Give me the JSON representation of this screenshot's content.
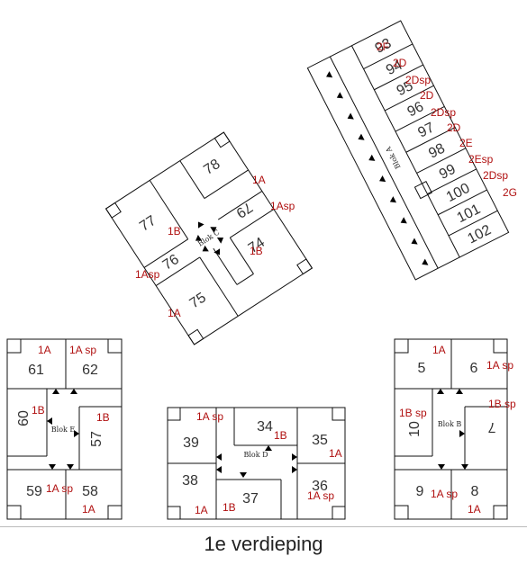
{
  "caption": "1e verdieping",
  "colors": {
    "wall": "#111111",
    "unit_code": "#b01010",
    "unit_number": "#333333"
  },
  "blocks": {
    "A": {
      "label": "Blok A",
      "units": [
        {
          "n": "93",
          "code": "2F"
        },
        {
          "n": "94",
          "code": "2D"
        },
        {
          "n": "95",
          "code": "2Dsp"
        },
        {
          "n": "96",
          "code": "2D"
        },
        {
          "n": "97",
          "code": "2Dsp"
        },
        {
          "n": "98",
          "code": "2D"
        },
        {
          "n": "99",
          "code": "2E"
        },
        {
          "n": "100",
          "code": "2Esp"
        },
        {
          "n": "101",
          "code": "2Dsp"
        },
        {
          "n": "102",
          "code": "2G"
        }
      ]
    },
    "C": {
      "label": "Blok C",
      "units": [
        {
          "n": "78",
          "code": "1A"
        },
        {
          "n": "79",
          "code": "1Asp"
        },
        {
          "n": "77",
          "code": "1B"
        },
        {
          "n": "74",
          "code": "1B"
        },
        {
          "n": "76",
          "code": "1Asp"
        },
        {
          "n": "75",
          "code": "1A"
        }
      ]
    },
    "E": {
      "label": "Blok E",
      "units": [
        {
          "n": "61",
          "code": "1A"
        },
        {
          "n": "62",
          "code": "1A sp"
        },
        {
          "n": "60",
          "code": "1B"
        },
        {
          "n": "57",
          "code": "1B"
        },
        {
          "n": "59",
          "code": "1A sp"
        },
        {
          "n": "58",
          "code": "1A"
        }
      ]
    },
    "D": {
      "label": "Blok D",
      "units": [
        {
          "n": "39",
          "code": "1A sp"
        },
        {
          "n": "34",
          "code": "1B"
        },
        {
          "n": "35",
          "code": "1A"
        },
        {
          "n": "38",
          "code": "1A"
        },
        {
          "n": "37",
          "code": "1B"
        },
        {
          "n": "36",
          "code": "1A sp"
        }
      ]
    },
    "B": {
      "label": "Blok B",
      "units": [
        {
          "n": "5",
          "code": "1A"
        },
        {
          "n": "6",
          "code": "1A sp"
        },
        {
          "n": "10",
          "code": "1B sp"
        },
        {
          "n": "7",
          "code": "1B sp"
        },
        {
          "n": "9",
          "code": "1A sp"
        },
        {
          "n": "8",
          "code": "1A"
        }
      ]
    }
  }
}
